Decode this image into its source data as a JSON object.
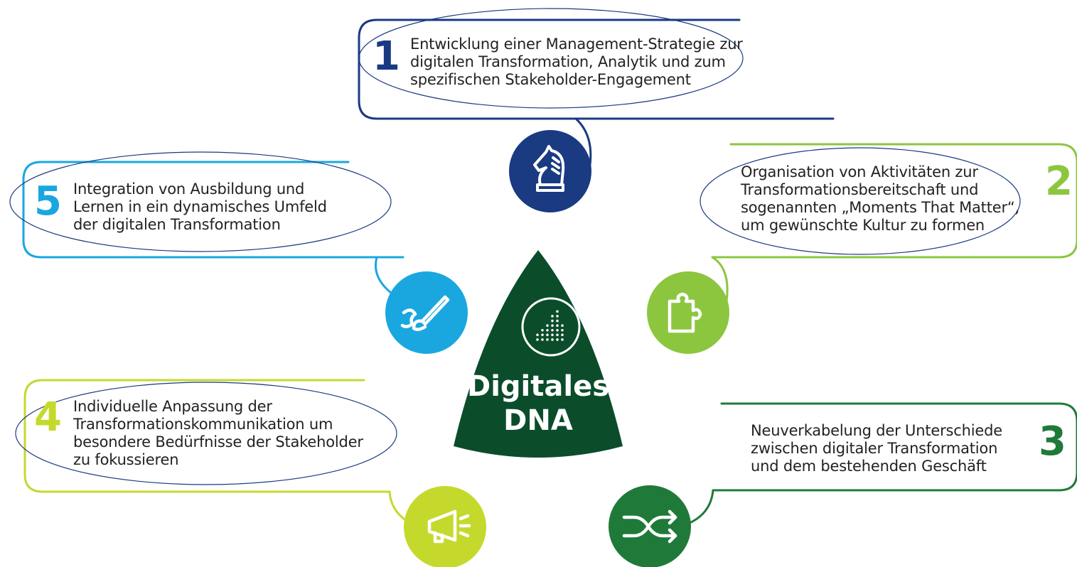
{
  "center": {
    "title": "Digitales\nDNA",
    "color": "#0b4d2b"
  },
  "steps": [
    {
      "number": "1",
      "text": "Entwicklung einer Management-Strategie zur\ndigitalen Transformation, Analytik und zum\nspezifischen Stakeholder-Engagement",
      "color": "#1a3a82",
      "icon": "chess-knight-icon"
    },
    {
      "number": "2",
      "text": "Organisation von Aktivitäten zur\nTransformationsbereitschaft und\nsogenannten „Moments That Matter“,\num gewünschte Kultur zu formen",
      "color": "#8cc63f",
      "icon": "puzzle-piece-icon"
    },
    {
      "number": "3",
      "text": "Neuverkabelung der Unterschiede\nzwischen digitaler Transformation\nund dem bestehenden Geschäft",
      "color": "#1f7a3a",
      "icon": "shuffle-arrows-icon"
    },
    {
      "number": "4",
      "text": "Individuelle Anpassung der\nTransformationskommunikation um\nbesondere Bedürfnisse der Stakeholder\nzu fokussieren",
      "color": "#c5d92d",
      "icon": "megaphone-icon"
    },
    {
      "number": "5",
      "text": "Integration von Ausbildung und\nLernen in ein dynamisches Umfeld\nder digitalen Transformation",
      "color": "#1aa7e0",
      "icon": "paintbrush-icon"
    }
  ],
  "center_icon": "bar-chart-circle-icon"
}
